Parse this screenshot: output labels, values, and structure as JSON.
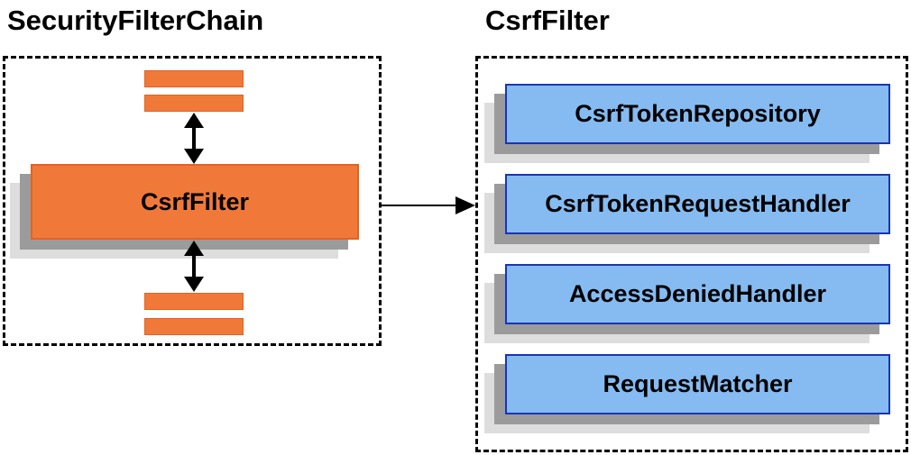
{
  "diagram": {
    "left_group": {
      "title": "SecurityFilterChain",
      "filter_box_label": "CsrfFilter"
    },
    "right_group": {
      "title": "CsrfFilter",
      "components": [
        {
          "label": "CsrfTokenRepository"
        },
        {
          "label": "CsrfTokenRequestHandler"
        },
        {
          "label": "AccessDeniedHandler"
        },
        {
          "label": "RequestMatcher"
        }
      ]
    },
    "colors": {
      "orange_fill": "#F0793A",
      "orange_border": "#E2631D",
      "blue_fill": "#85BBF1",
      "blue_border": "#1A35B5",
      "shadow_dark": "#9B9B9B",
      "shadow_light": "#DDDDDD",
      "arrow": "#000000",
      "container_border": "#000000",
      "text": "#000000",
      "background": "#FFFFFF"
    }
  }
}
